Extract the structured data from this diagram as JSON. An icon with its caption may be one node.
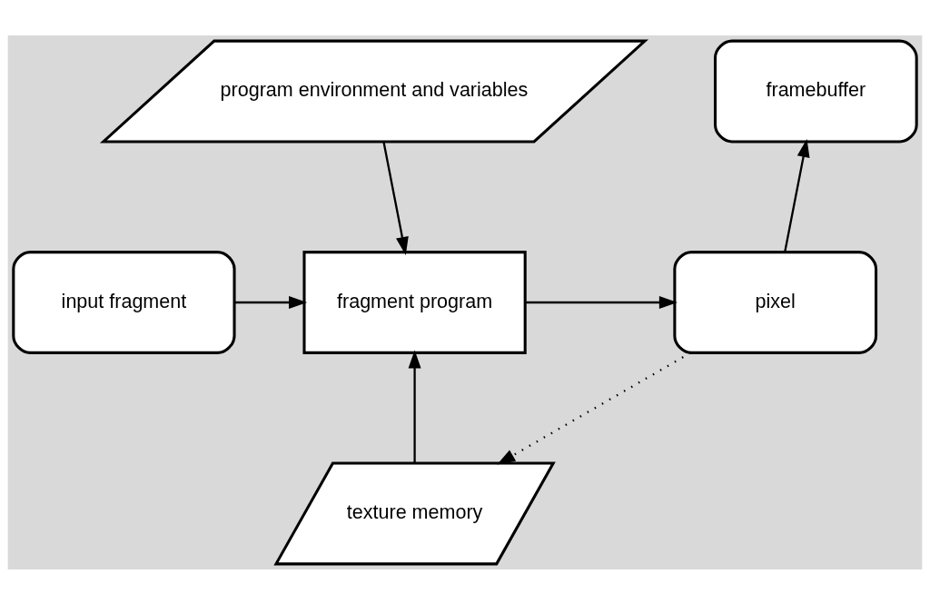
{
  "diagram": {
    "nodes": [
      {
        "text": [
          "program environment and variables"
        ]
      },
      {
        "text": [
          "framebuffer"
        ]
      },
      {
        "text": [
          "input fragment"
        ]
      },
      {
        "text": [
          "fragment program"
        ]
      },
      {
        "text": [
          "pixel"
        ]
      },
      {
        "text": [
          "texture memory"
        ]
      }
    ],
    "edges": [
      {
        "from": 0,
        "to": 3,
        "arrow": "to"
      },
      {
        "from": 2,
        "to": 3,
        "arrow": "to"
      },
      {
        "from": 3,
        "to": 4,
        "arrow": "to"
      },
      {
        "from": 5,
        "to": 3,
        "arrow": "to"
      },
      {
        "from": 4,
        "to": 1,
        "arrow": "to"
      },
      {
        "from": 4,
        "to": 5,
        "arrow": "to",
        "style": "dashed"
      }
    ]
  }
}
